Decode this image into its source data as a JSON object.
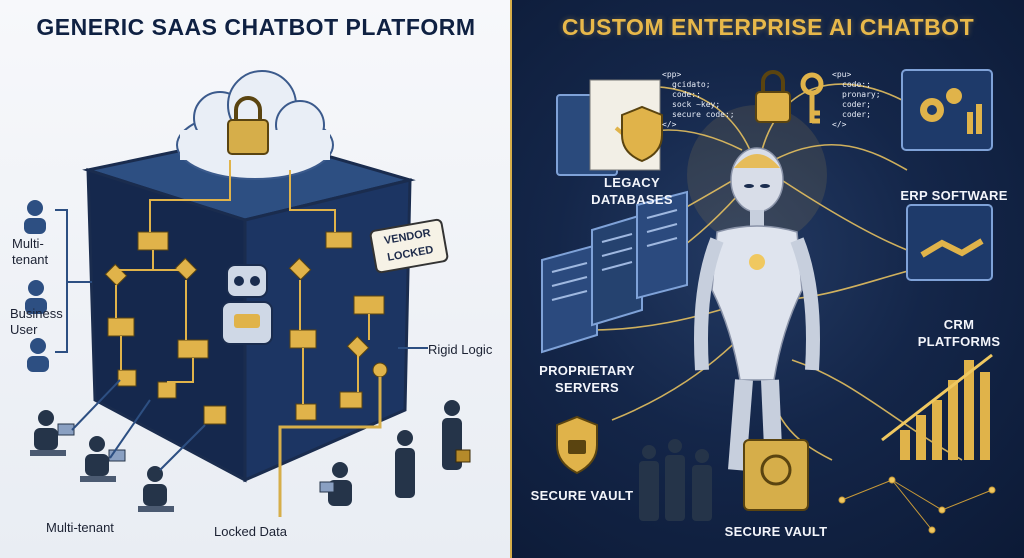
{
  "left": {
    "title": "GENERIC SAAS CHATBOT PLATFORM",
    "labels": {
      "multi_tenant_top": "Multi-\ntenant",
      "business_user": "Business\nUser",
      "rigid_logic": "Rigid Logic",
      "multi_tenant_bottom": "Multi-tenant",
      "locked_data": "Locked Data",
      "vendor_locked": "VENDOR\nLOCKED"
    }
  },
  "right": {
    "title": "CUSTOM ENTERPRISE AI CHATBOT",
    "labels": {
      "legacy_databases": "LEGACY\nDATABASES",
      "erp_software": "ERP SOFTWARE",
      "crm_platforms": "CRM\nPLATFORMS",
      "proprietary_servers": "PROPRIETARY\nSERVERS",
      "secure_vault_left": "SECURE VAULT",
      "secure_vault_center": "SECURE VAULT"
    },
    "code_snippet_left": [
      "<pp>",
      "gcidato;",
      "code:;",
      "sock ~key;",
      "secure code:;",
      "</>"
    ],
    "code_snippet_right": [
      "<pu>",
      "code:;",
      "pronary;",
      "coder;",
      "coder;",
      "</>"
    ]
  },
  "colors": {
    "navy": "#0f2142",
    "gold": "#e8b84a",
    "panel_dark": "#142649"
  },
  "icons": [
    "cloud-lock-icon",
    "robot-icon",
    "person-icon",
    "padlock-icon",
    "key-icon",
    "gear-icon",
    "handshake-icon",
    "server-icon",
    "shield-icon",
    "vault-icon",
    "document-icon",
    "bar-chart-icon",
    "ai-humanoid-icon"
  ]
}
